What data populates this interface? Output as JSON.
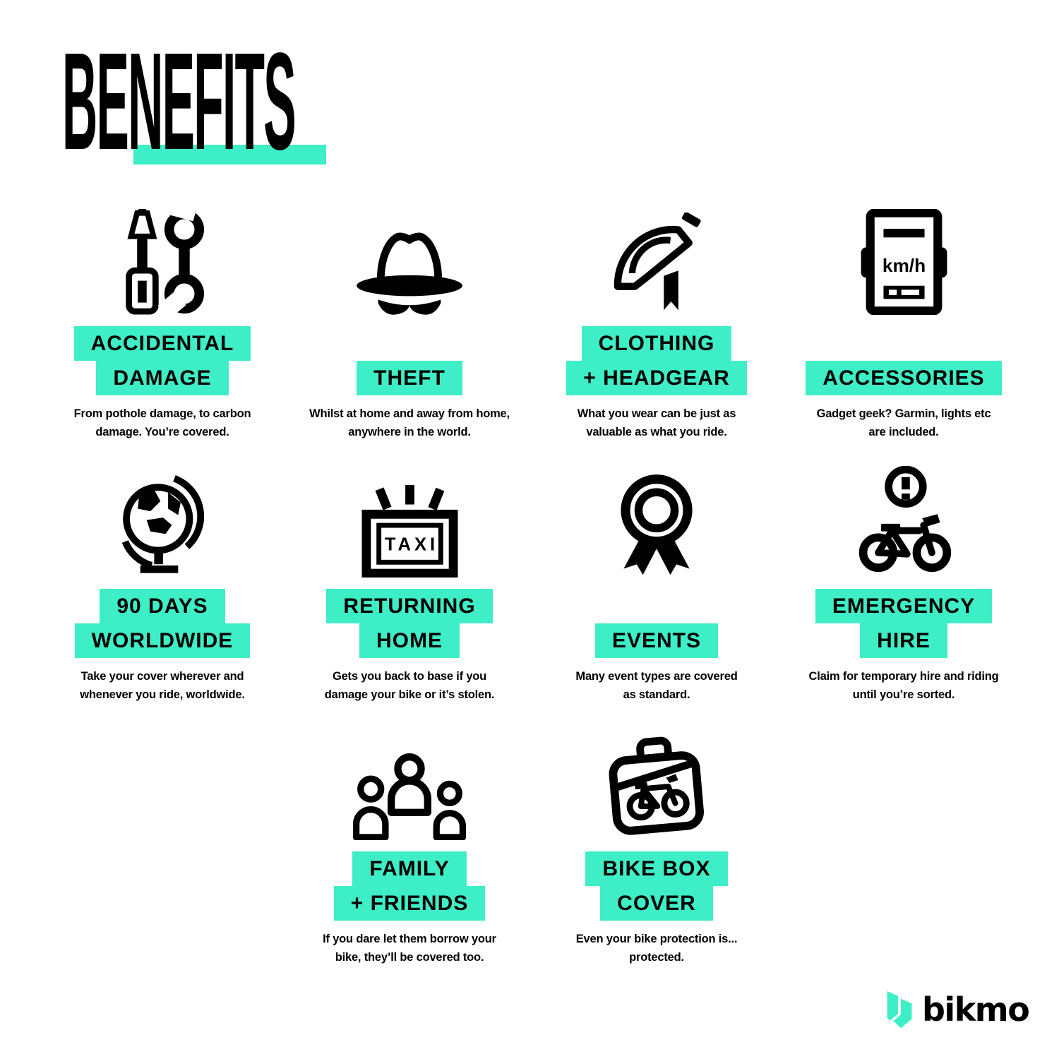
{
  "page": {
    "title": "BENEFITS",
    "accent_color": "#3EEEC6",
    "text_color": "#000000",
    "background_color": "#FFFFFF"
  },
  "benefits": [
    {
      "icon": "tools-icon",
      "label_lines": [
        "ACCIDENTAL",
        "DAMAGE"
      ],
      "description": "From pothole damage, to carbon\ndamage. You’re covered."
    },
    {
      "icon": "incognito-theft-icon",
      "label_lines": [
        "THEFT"
      ],
      "description": "Whilst at home and away from home,\nanywhere in the world."
    },
    {
      "icon": "helmet-icon",
      "label_lines": [
        "CLOTHING",
        "+ HEADGEAR"
      ],
      "description": "What you wear can be just as\nvaluable as what you ride."
    },
    {
      "icon": "bike-computer-icon",
      "icon_text": "km/h",
      "label_lines": [
        "ACCESSORIES"
      ],
      "description": "Gadget geek? Garmin, lights etc\nare included."
    },
    {
      "icon": "globe-icon",
      "label_lines": [
        "90 DAYS",
        "WORLDWIDE"
      ],
      "description": "Take your cover wherever and\nwhenever you ride, worldwide."
    },
    {
      "icon": "taxi-icon",
      "icon_text": "TAXI",
      "label_lines": [
        "RETURNING",
        "HOME"
      ],
      "description": "Gets you back to base if you\ndamage your bike or it’s stolen."
    },
    {
      "icon": "rosette-icon",
      "label_lines": [
        "EVENTS"
      ],
      "description": "Many event types are covered\nas standard."
    },
    {
      "icon": "emergency-bike-icon",
      "label_lines": [
        "EMERGENCY",
        "HIRE"
      ],
      "description": "Claim for temporary hire and riding\nuntil you’re sorted."
    },
    {
      "icon": "family-icon",
      "label_lines": [
        "FAMILY",
        "+ FRIENDS"
      ],
      "description": "If you dare let them borrow your\nbike, they’ll be covered too."
    },
    {
      "icon": "bike-box-icon",
      "label_lines": [
        "BIKE BOX",
        "COVER"
      ],
      "description": "Even your bike protection is...\nprotected."
    }
  ],
  "logo": {
    "text": "bikmo"
  }
}
